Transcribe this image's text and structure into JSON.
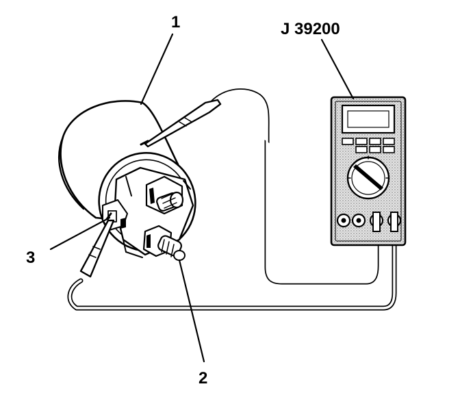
{
  "callouts": {
    "starter_solenoid": "1",
    "motor_terminal": "2",
    "s_terminal": "3"
  },
  "tool_label": "J 39200",
  "icons": {
    "multimeter": "digital-multimeter-icon",
    "solenoid": "starter-solenoid-icon"
  },
  "colors": {
    "ink": "#000000",
    "meter_shade": "#cfcfcf",
    "background": "#ffffff"
  }
}
